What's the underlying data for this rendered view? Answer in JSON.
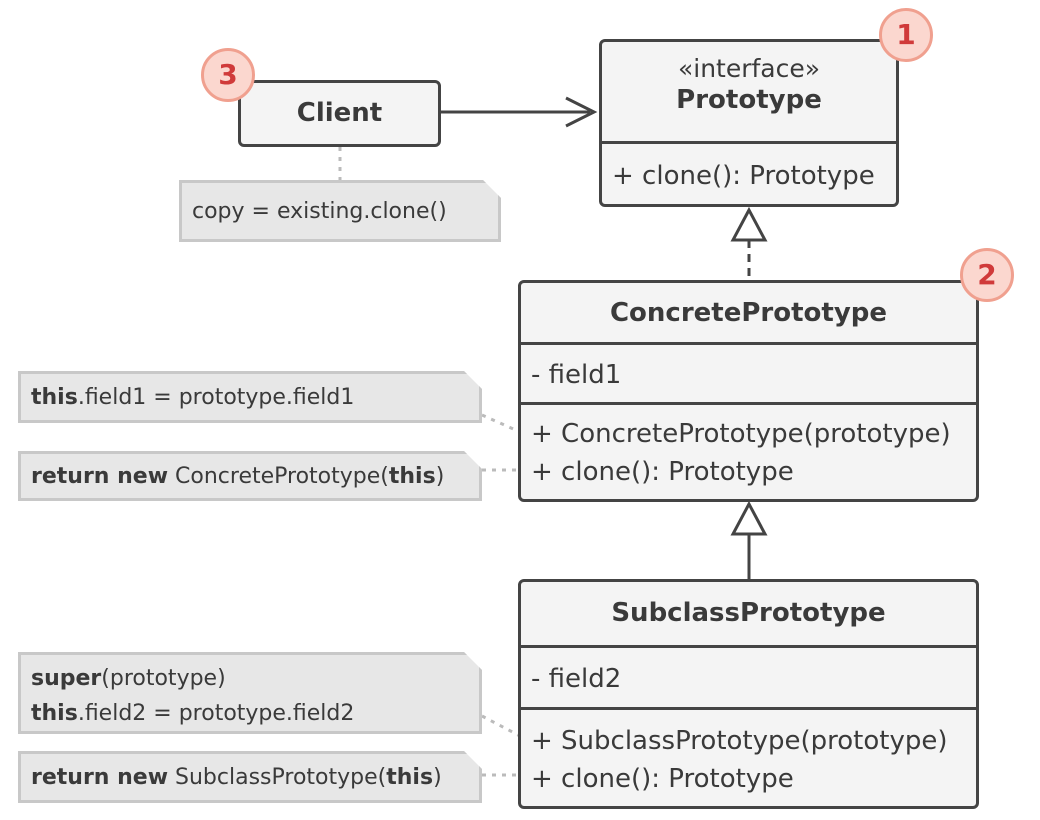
{
  "client": {
    "title": "Client"
  },
  "prototype": {
    "stereotype": "«interface»",
    "title": "Prototype",
    "method": "+ clone(): Prototype"
  },
  "concrete": {
    "title": "ConcretePrototype",
    "field": "- field1",
    "methods": [
      "+ ConcretePrototype(prototype)",
      "+ clone(): Prototype"
    ]
  },
  "subclass": {
    "title": "SubclassPrototype",
    "field": "- field2",
    "methods": [
      "+ SubclassPrototype(prototype)",
      "+ clone(): Prototype"
    ]
  },
  "notes": {
    "client": "copy = existing.clone()",
    "concrete_ctor": {
      "kw": "this",
      "rest": ".field1 = prototype.field1"
    },
    "concrete_clone": {
      "kw": "return new",
      "mid": " ConcretePrototype(",
      "kw2": "this",
      "end": ")"
    },
    "sub_ctor": {
      "kw1": "super",
      "rest1": "(prototype)",
      "kw2": "this",
      "rest2": ".field2 = prototype.field2"
    },
    "sub_clone": {
      "kw": "return new",
      "mid": " SubclassPrototype(",
      "kw2": "this",
      "end": ")"
    }
  },
  "badges": [
    "1",
    "2",
    "3"
  ],
  "colors": {
    "border": "#444444",
    "box": "#f4f4f4",
    "note": "#e7e7e7",
    "badge_fill": "#fbd7cf",
    "badge_text": "#d03a3a"
  }
}
